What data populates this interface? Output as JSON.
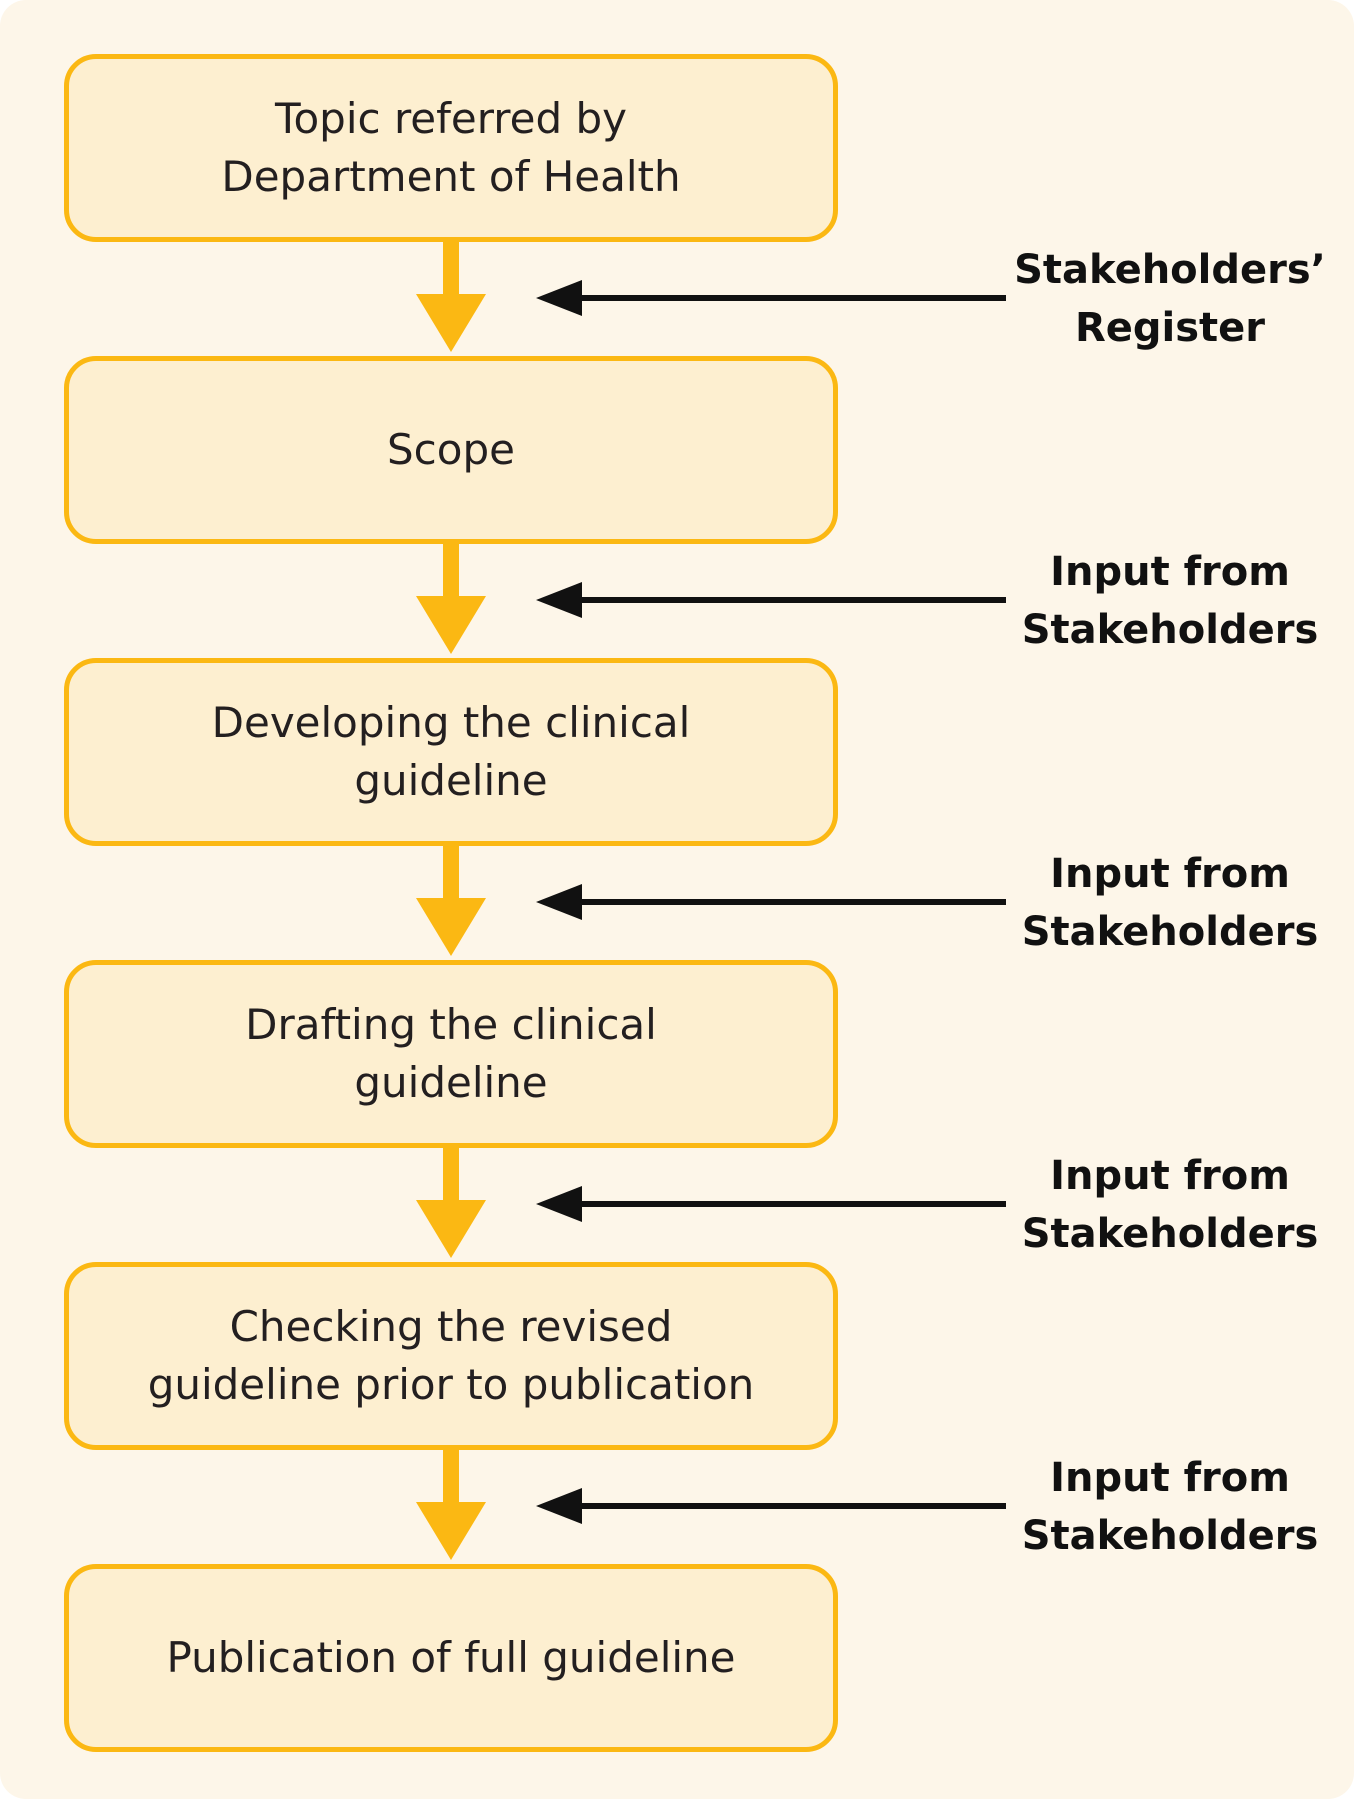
{
  "flow": {
    "stages": [
      {
        "label": "Topic referred by\nDepartment of Health"
      },
      {
        "label": "Scope"
      },
      {
        "label": "Developing the clinical\nguideline"
      },
      {
        "label": "Drafting the clinical\nguideline"
      },
      {
        "label": "Checking the revised\nguideline prior to publication"
      },
      {
        "label": "Publication of full guideline"
      }
    ],
    "inputs": [
      {
        "label": "Stakeholders’\nRegister"
      },
      {
        "label": "Input from\nStakeholders"
      },
      {
        "label": "Input from\nStakeholders"
      },
      {
        "label": "Input from\nStakeholders"
      },
      {
        "label": "Input from\nStakeholders"
      }
    ]
  },
  "colors": {
    "panel_background": "#fdf6e9",
    "box_fill": "#fdefd0",
    "box_border": "#fbb813",
    "flow_arrow": "#fbb813",
    "input_arrow": "#111111"
  }
}
